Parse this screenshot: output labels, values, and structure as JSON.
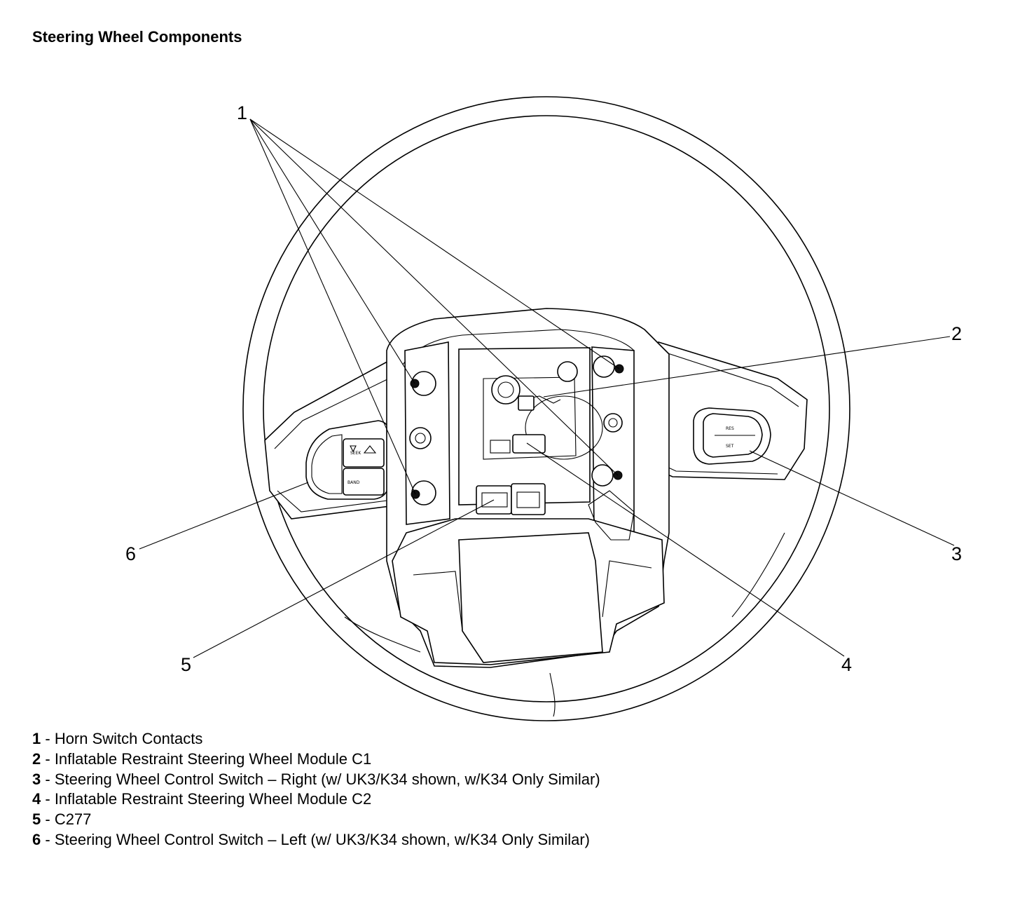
{
  "title": "Steering Wheel Components",
  "callouts": [
    "1",
    "2",
    "3",
    "4",
    "5",
    "6"
  ],
  "button_labels": {
    "seek": "SEEK",
    "band": "BAND",
    "res": "RES",
    "set": "SET"
  },
  "legend": [
    {
      "num": "1",
      "sep": " - ",
      "text": "Horn Switch Contacts"
    },
    {
      "num": "2",
      "sep": " - ",
      "text": "Inflatable Restraint Steering Wheel Module C1"
    },
    {
      "num": "3",
      "sep": " - ",
      "text": "Steering Wheel Control Switch – Right (w/ UK3/K34 shown, w/K34 Only Similar)"
    },
    {
      "num": "4",
      "sep": " - ",
      "text": "Inflatable Restraint Steering Wheel Module C2"
    },
    {
      "num": "5",
      "sep": " - ",
      "text": "C277"
    },
    {
      "num": "6",
      "sep": " - ",
      "text": "Steering Wheel Control Switch – Left (w/ UK3/K34 shown, w/K34 Only Similar)"
    }
  ]
}
